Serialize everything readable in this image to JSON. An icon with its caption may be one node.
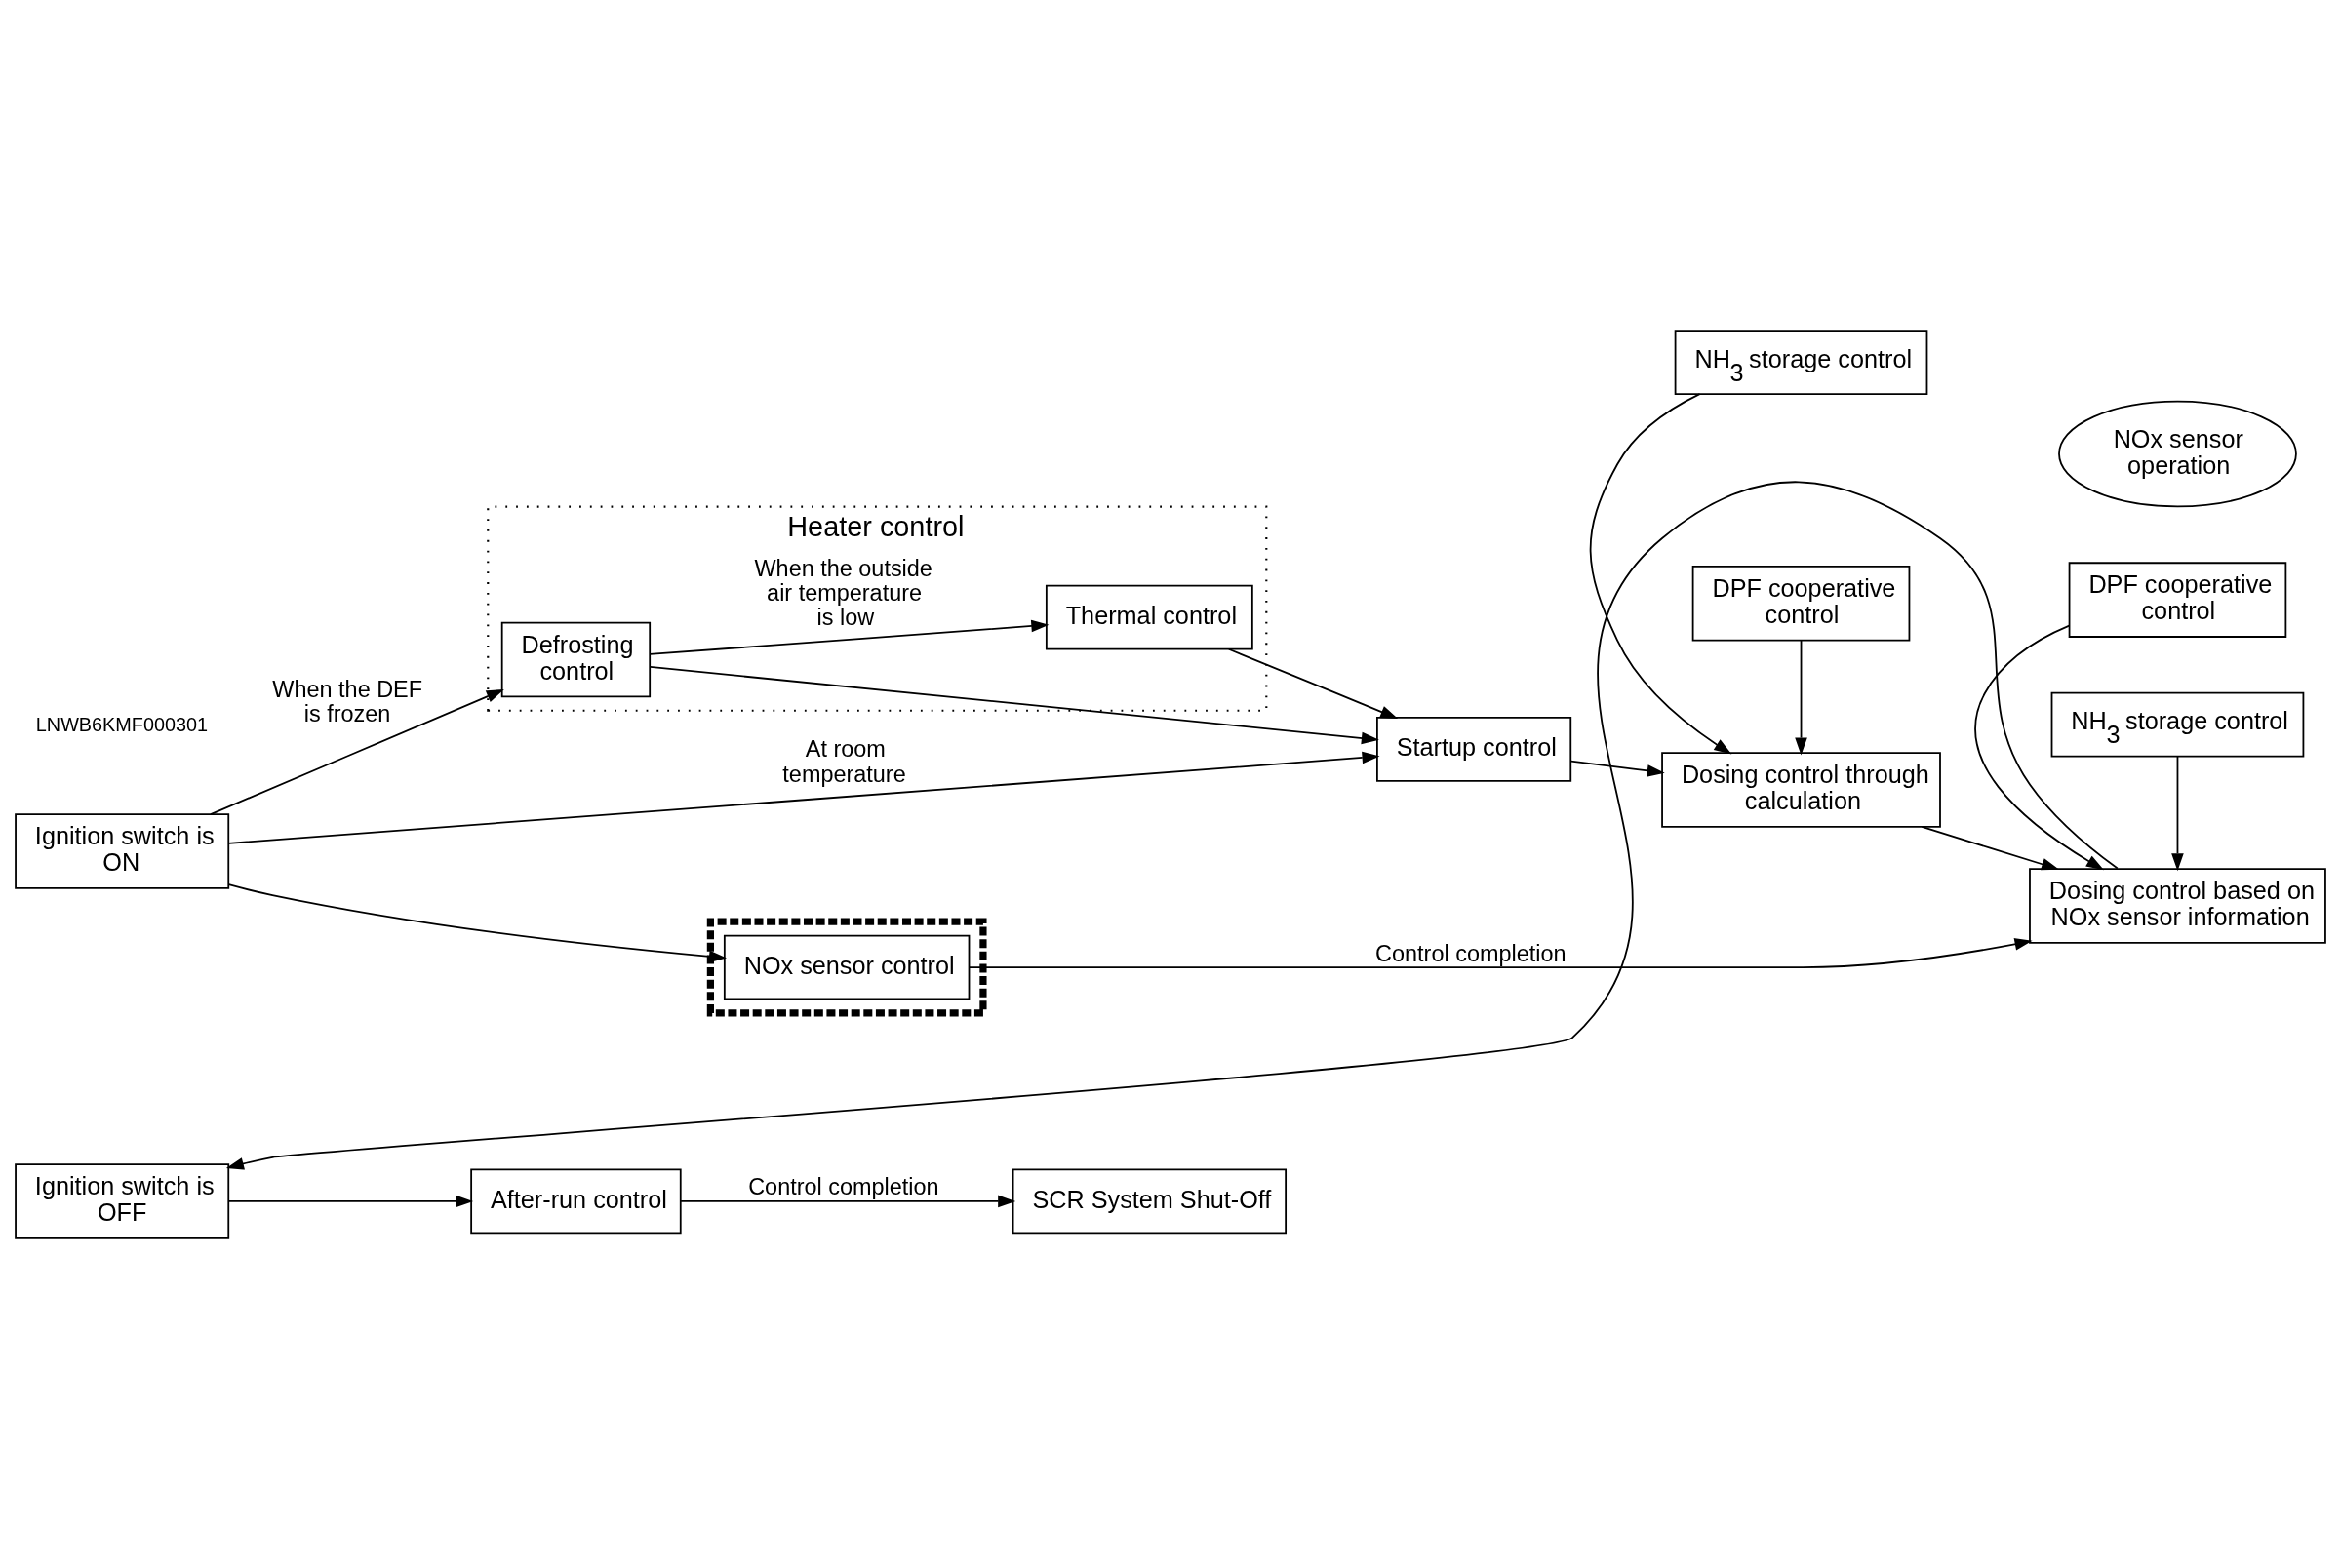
{
  "diagram": {
    "nodes": [
      {
        "text": [
          "Heater control"
        ]
      },
      {
        "text": [
          "Ignition switch is ON"
        ]
      },
      {
        "text": [
          "Defrosting control"
        ],
        "in": 0
      },
      {
        "text": [
          "Thermal control"
        ],
        "in": 0
      },
      {
        "text": [
          "Startup control"
        ]
      },
      {
        "text": [
          "Dosing control through calculation"
        ]
      },
      {
        "text": [
          "NH$_{3}$ storage control"
        ]
      },
      {
        "text": [
          "DPF cooperative control"
        ]
      },
      {
        "text": [],
        "shape": "box"
      },
      {
        "text": [
          "NOx sensor control"
        ],
        "in": 8
      },
      {
        "text": [
          "NOx sensor operation"
        ]
      },
      {
        "text": [
          "Dosing control based on NOx sensor information"
        ]
      },
      {
        "text": [
          "NH$_{3}$ storage control"
        ]
      },
      {
        "text": [
          "DPF cooperative control"
        ]
      },
      {
        "text": [
          "Ignition switch is OFF"
        ]
      },
      {
        "text": [
          "After-run control"
        ]
      },
      {
        "text": [
          "SCR System Shut-Off"
        ]
      }
    ],
    "edges": [
      {
        "from": 1,
        "to": 2,
        "arrow": "to",
        "label": "When the DEF is frozen"
      },
      {
        "from": 1,
        "to": 4,
        "arrow": "to",
        "label": "At room temperature"
      },
      {
        "from": 2,
        "to": 3,
        "arrow": "to",
        "label": "When the outside air temperature is low"
      },
      {
        "from": 2,
        "to": 4,
        "arrow": "to"
      },
      {
        "from": 3,
        "to": 4,
        "arrow": "to"
      },
      {
        "from": 4,
        "to": 5,
        "arrow": "to"
      },
      {
        "from": 6,
        "to": 5,
        "arrow": "to"
      },
      {
        "from": 7,
        "to": 5,
        "arrow": "to"
      },
      {
        "from": 1,
        "to": 9,
        "arrow": "to"
      },
      {
        "from": 9,
        "to": 11,
        "arrow": "to",
        "label": "Control completion"
      },
      {
        "from": 5,
        "to": 11,
        "arrow": "to"
      },
      {
        "from": 12,
        "to": 11,
        "arrow": "to"
      },
      {
        "from": 13,
        "to": 11,
        "arrow": "to"
      },
      {
        "from": 11,
        "to": 14,
        "arrow": "to"
      },
      {
        "from": 14,
        "to": 15,
        "arrow": "to"
      },
      {
        "from": 15,
        "to": 16,
        "arrow": "to",
        "label": "Control completion"
      }
    ],
    "labels": [
      "LNWB6KMF000301"
    ]
  }
}
